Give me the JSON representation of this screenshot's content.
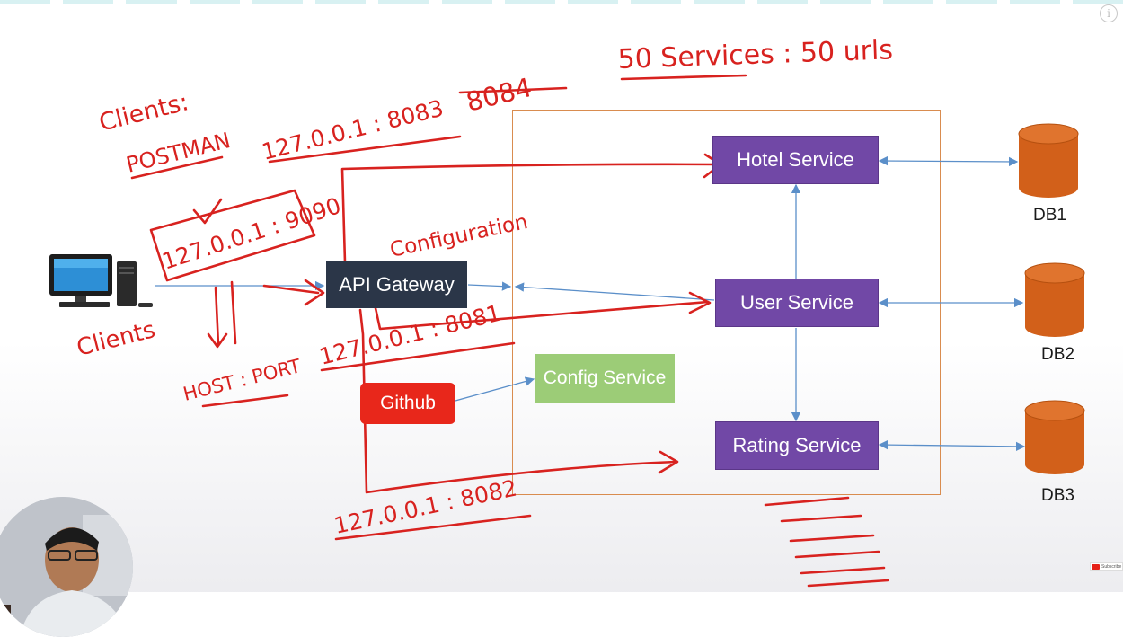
{
  "nodes": {
    "api_gateway": "API Gateway",
    "hotel_service": "Hotel Service",
    "user_service": "User Service",
    "rating_service": "Rating Service",
    "config_service": "Config Service",
    "github": "Github"
  },
  "databases": [
    "DB1",
    "DB2",
    "DB3"
  ],
  "annotations": {
    "clients_postman_1": "Clients:",
    "clients_postman_2": "POSTMAN",
    "services_urls": "50 Services : 50 urls",
    "gateway_addr": "127.0.0.1 : 9090",
    "hotel_addr": "127.0.0.1 : 8083",
    "hotel_addr_alt": "8084",
    "user_addr": "127.0.0.1 : 8081",
    "rating_addr": "127.0.0.1 : 8082",
    "configuration": "Configuration",
    "clients": "Clients",
    "host_port": "HOST : PORT"
  },
  "colors": {
    "service": "#7148a6",
    "gateway": "#2b3648",
    "config": "#9ccc77",
    "github": "#e8271b",
    "database": "#d2601a",
    "ink": "#d8221f",
    "arrow": "#5b8fc9",
    "region_border": "#d98c4f"
  },
  "icons": [
    "desktop-computer-icon",
    "info-icon",
    "youtube-subscribe-icon"
  ]
}
